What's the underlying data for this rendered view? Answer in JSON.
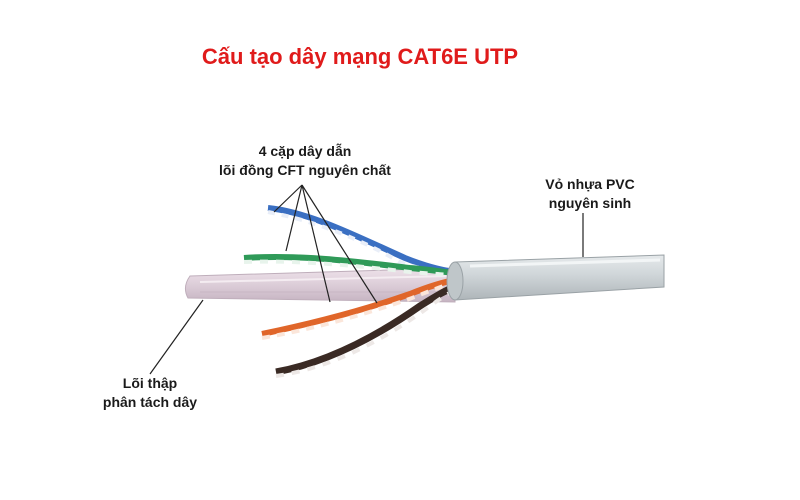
{
  "title": "Cấu tạo dây mạng CAT6E UTP",
  "labels": {
    "pairs": [
      "4 cặp dây dẫn",
      "lõi đồng CFT nguyên chất"
    ],
    "jacket": [
      "Vỏ nhựa PVC",
      "nguyên sinh"
    ],
    "separator": [
      "Lõi thập",
      "phân tách dây"
    ]
  },
  "colors": {
    "title": "#e01b1b",
    "jacket": "#cdd3d5",
    "separator": "#ddcfd9",
    "pair_blue": "#3a6fc2",
    "pair_green": "#2f9a58",
    "pair_orange": "#e0662a",
    "pair_brown": "#3a2a24"
  }
}
